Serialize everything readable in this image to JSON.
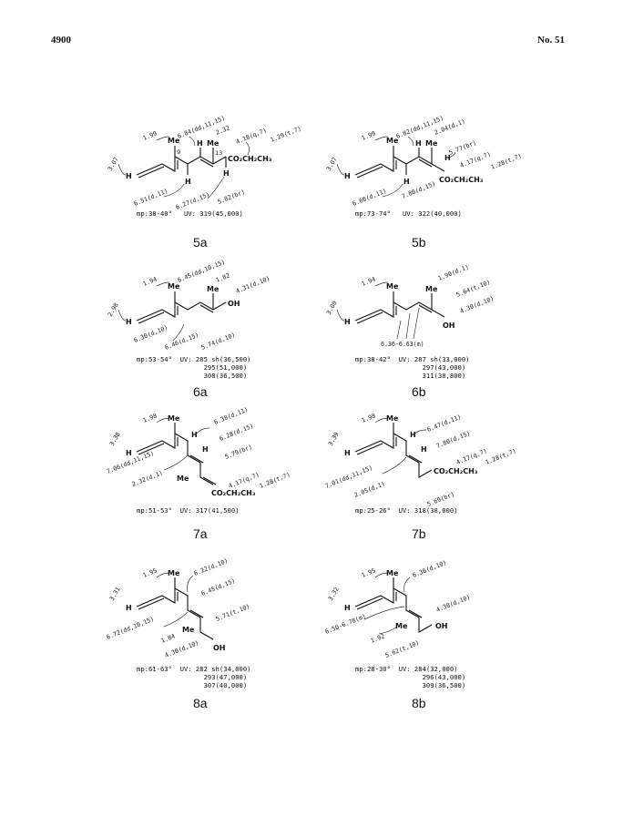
{
  "header": {
    "page_number": "4900",
    "issue": "No. 51"
  },
  "atoms": {
    "me": "Me",
    "h": "H",
    "oh": "OH",
    "ester": "CO₂CH₂CH₃"
  },
  "compounds": [
    {
      "id": "5a",
      "labels": [
        "1.99",
        "6.84(dd,11,15)",
        "2.32",
        "4.18(q,7)",
        "1.29(t,7)",
        "3.07",
        "6.51(d,11)",
        "6.27(d,15)",
        "5.82(br)"
      ],
      "locants": [
        "9",
        "13"
      ],
      "props": {
        "mp": "mp:38-40°",
        "uv": "UV: 319(45,000)"
      }
    },
    {
      "id": "5b",
      "labels": [
        "1.99",
        "6.82(dd,11,15)",
        "2.04(d,1)",
        "5.77(br)",
        "4.17(q,7)",
        "1.28(t,7)",
        "3.07",
        "6.60(d,11)",
        "7.80(d,15)"
      ],
      "props": {
        "mp": "mp:73-74°",
        "uv": "UV: 322(40,000)"
      }
    },
    {
      "id": "6a",
      "labels": [
        "1.94",
        "6.45(dd,10,15)",
        "1.82",
        "4.31(d,10)",
        "2.98",
        "6.30(d,10)",
        "6.46(d,15)",
        "5.74(d,10)"
      ],
      "props": {
        "mp": "mp:53-54°",
        "uv": "UV: 285 sh(36,500)",
        "uv2": "295(51,000)",
        "uv3": "308(36,500)"
      }
    },
    {
      "id": "6b",
      "labels": [
        "1.94",
        "1.90(d,1)",
        "5.64(t,10)",
        "4.30(d,10)",
        "3.00",
        "6.36-6.63(m)"
      ],
      "props": {
        "mp": "mp:38-42°",
        "uv": "UV: 287 sh(33,000)",
        "uv2": "297(43,000)",
        "uv3": "311(38,800)"
      }
    },
    {
      "id": "7a",
      "labels": [
        "1.98",
        "6.38(d,11)",
        "6.28(d,15)",
        "5.79(br)",
        "3.38",
        "7.06(dd,11,15)",
        "2.32(d,1)",
        "4.17(q,7)",
        "1.28(t,7)"
      ],
      "props": {
        "mp": "mp:51-53°",
        "uv": "UV: 317(41,500)"
      }
    },
    {
      "id": "7b",
      "labels": [
        "1.98",
        "6.47(d,11)",
        "7.80(d,15)",
        "3.39",
        "4.17(q,7)",
        "1.28(t,7)",
        "7.01(dd,11,15)",
        "2.05(d,1)",
        "5.69(br)"
      ],
      "props": {
        "mp": "mp:25-26°",
        "uv": "UV: 318(38,000)"
      }
    },
    {
      "id": "8a",
      "labels": [
        "1.95",
        "6.22(d,10)",
        "6.45(d,15)",
        "3.31",
        "5.71(t,10)",
        "6.72(dd,10,15)",
        "1.84",
        "4.30(d,10)"
      ],
      "props": {
        "mp": "mp:61-63°",
        "uv": "UV: 282 sh(34,000)",
        "uv2": "293(47,000)",
        "uv3": "307(40,000)"
      }
    },
    {
      "id": "8b",
      "labels": [
        "1.95",
        "6.36(d,10)",
        "3.32",
        "4.30(d,10)",
        "6.50-6.78(m)",
        "1.92",
        "5.62(t,10)"
      ],
      "props": {
        "mp": "mp:28-30°",
        "uv": "UV: 284(32,000)",
        "uv2": "296(43,000)",
        "uv3": "309(36,500)"
      }
    }
  ]
}
